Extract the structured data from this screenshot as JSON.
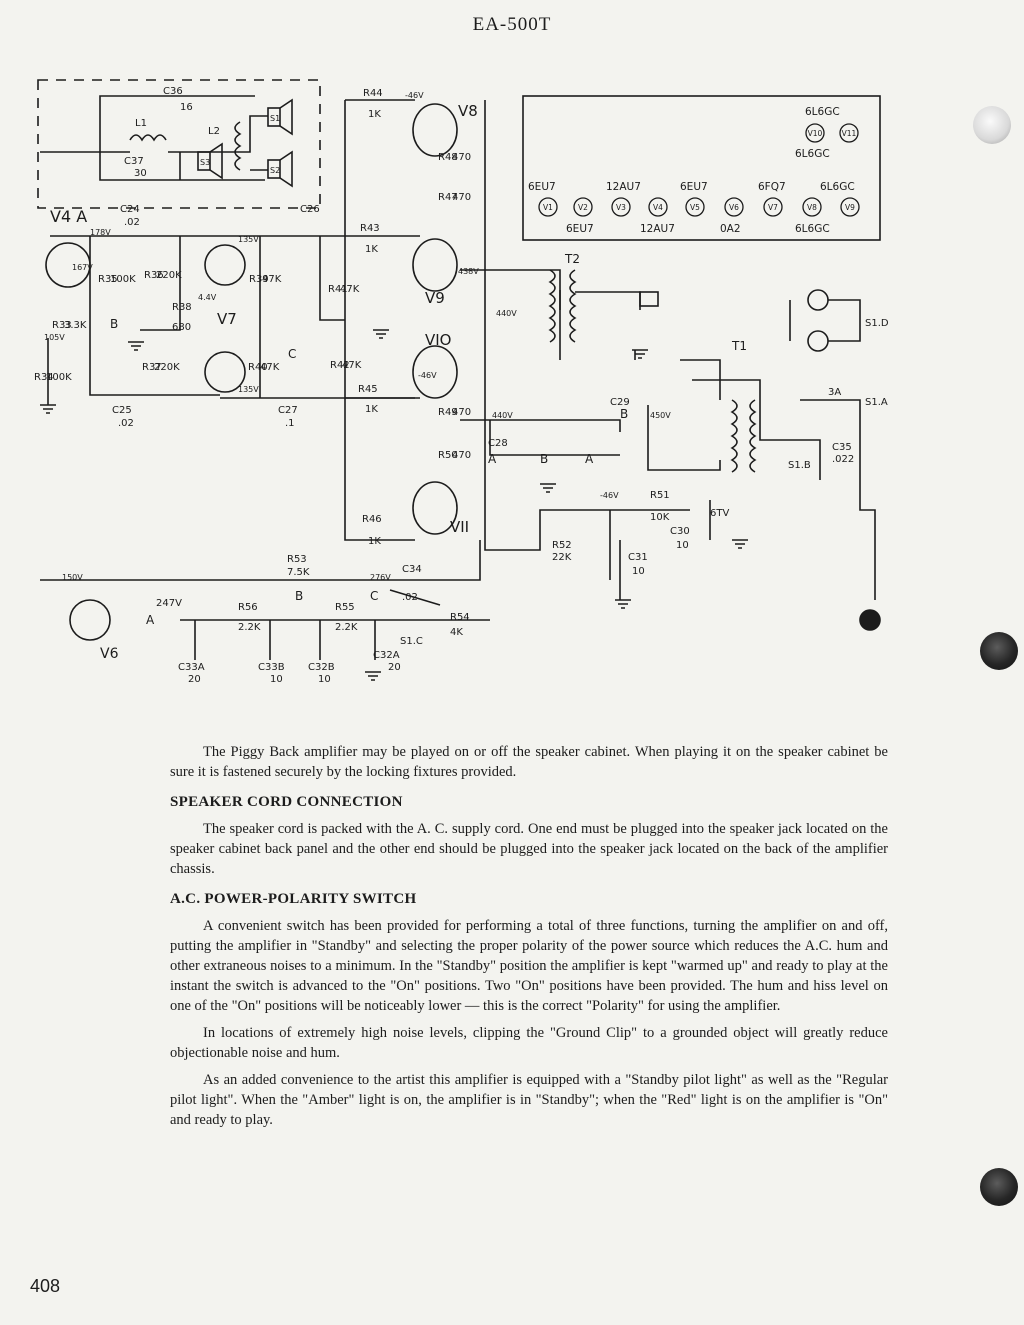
{
  "header": {
    "model": "EA-500T"
  },
  "schematic": {
    "label_v4a": "V4 A",
    "label_v7": "V7",
    "label_v8": "V8",
    "label_v9": "V9",
    "label_v10": "VIO",
    "label_v11": "VII",
    "label_v6": "V6",
    "label_t1": "T1",
    "label_t2": "T2",
    "tubes_top": [
      "6L6GC",
      "6L6GC"
    ],
    "tube_row_upper": [
      "6EU7",
      "12AU7",
      "6EU7",
      "6FQ7",
      "6L6GC"
    ],
    "tube_row_circles": [
      "V1",
      "V2",
      "V3",
      "V4",
      "V5",
      "V6",
      "V7",
      "V8",
      "V9"
    ],
    "tube_row_lower": [
      "6EU7",
      "12AU7",
      "0A2",
      "6L6GC"
    ],
    "top_circles": [
      "V10",
      "V11"
    ],
    "components": {
      "c36": "C36",
      "c36v": "16",
      "l1": "L1",
      "l2": "L2",
      "c37": "C37",
      "c37v": "30",
      "s1": "S1",
      "s2": "S2",
      "s3": "S3",
      "c24": "C24",
      "c24v": ".02",
      "c26": "C26",
      "r44": "R44",
      "r44v": "1K",
      "r43": "R43",
      "r43v": "1K",
      "r35": "R35",
      "r35v": "100K",
      "r36": "R36",
      "r36v": "220K",
      "r39": "R39",
      "r39v": "47K",
      "r41": "R41",
      "r41v": "47K",
      "r38": "R38",
      "r38v": "680",
      "r33": "R33",
      "r33v": "3.3K",
      "r37": "R37",
      "r37v": "220K",
      "r40": "R40",
      "r40v": "47K",
      "r42": "R42",
      "r42v": "47K",
      "r34": "R34",
      "r34v": "100K",
      "r45": "R45",
      "r45v": "1K",
      "c25": "C25",
      "c25v": ".02",
      "c27": "C27",
      "c27v": ".1",
      "r48": "R48",
      "r48v": "470",
      "r47": "R47",
      "r47v": "470",
      "r49": "R49",
      "r49v": "470",
      "r50": "R50",
      "r50v": "470",
      "r46": "R46",
      "r46v": "1K",
      "c29": "C29",
      "c28": "C28",
      "c35": "C35",
      "c35v": ".022",
      "r51": "R51",
      "r51v": "10K",
      "c30": "C30",
      "c30v": "10",
      "r52": "R52",
      "r52v": "22K",
      "c31": "C31",
      "c31v": "10",
      "r53": "R53",
      "r53v": "7.5K",
      "c34": "C34",
      "c34v": ".02",
      "r56": "R56",
      "r56v": "2.2K",
      "r55": "R55",
      "r55v": "2.2K",
      "r54": "R54",
      "r54v": "4K",
      "c33a": "C33A",
      "c33av": "20",
      "c33b": "C33B",
      "c33bv": "10",
      "c32b": "C32B",
      "c32bv": "10",
      "c32a": "C32A",
      "c32av": "20",
      "s1a": "S1.A",
      "s1b": "S1.B",
      "s1c": "S1.C",
      "s1d": "S1.D",
      "fuse": "3A"
    },
    "voltages": {
      "v_m46": "-46V",
      "v_440": "440V",
      "v_450": "450V",
      "v_438": "438V",
      "v_135": "135V",
      "v_44": "4.4V",
      "v_105": "105V",
      "v_167": "167V",
      "v_178": "178V",
      "v_247": "247V",
      "v_276": "276V",
      "v_150": "150V",
      "v_6tv": "6TV"
    },
    "markers": {
      "a": "A",
      "b": "B",
      "c": "C"
    }
  },
  "body": {
    "p1": "The Piggy Back amplifier may be played on or off the speaker cabinet. When playing it on the speaker cabinet be sure it is fastened securely by the locking fixtures provided.",
    "h1": "SPEAKER CORD CONNECTION",
    "p2": "The speaker cord is packed with the A. C. supply cord. One end must be plugged into the speaker jack located on the speaker cabinet back panel and the other end should be plugged into the speaker jack located on the back of the amplifier chassis.",
    "h2": "A.C. POWER-POLARITY SWITCH",
    "p3": "A convenient switch has been provided for performing a total of three functions, turning the amplifier on and off, putting the amplifier in \"Standby\" and selecting the proper polarity of the power source which reduces the A.C. hum and other extraneous noises to a minimum. In the \"Standby\" position the amplifier is kept \"warmed up\" and ready to play at the instant the switch is advanced to the \"On\" positions. Two \"On\" positions have been provided. The hum and hiss level on one of the \"On\" positions will be noticeably lower — this is the correct \"Polarity\" for using the amplifier.",
    "p4": "In locations of extremely high noise levels, clipping the \"Ground Clip\" to a grounded object will greatly reduce objectionable noise and hum.",
    "p5": "As an added convenience to the artist this amplifier is equipped with a \"Standby pilot light\" as well as the \"Regular pilot light\". When the \"Amber\" light is on, the amplifier is in \"Standby\"; when the \"Red\" light is on the amplifier is \"On\" and ready to play."
  },
  "footer": {
    "page_number": "408"
  }
}
